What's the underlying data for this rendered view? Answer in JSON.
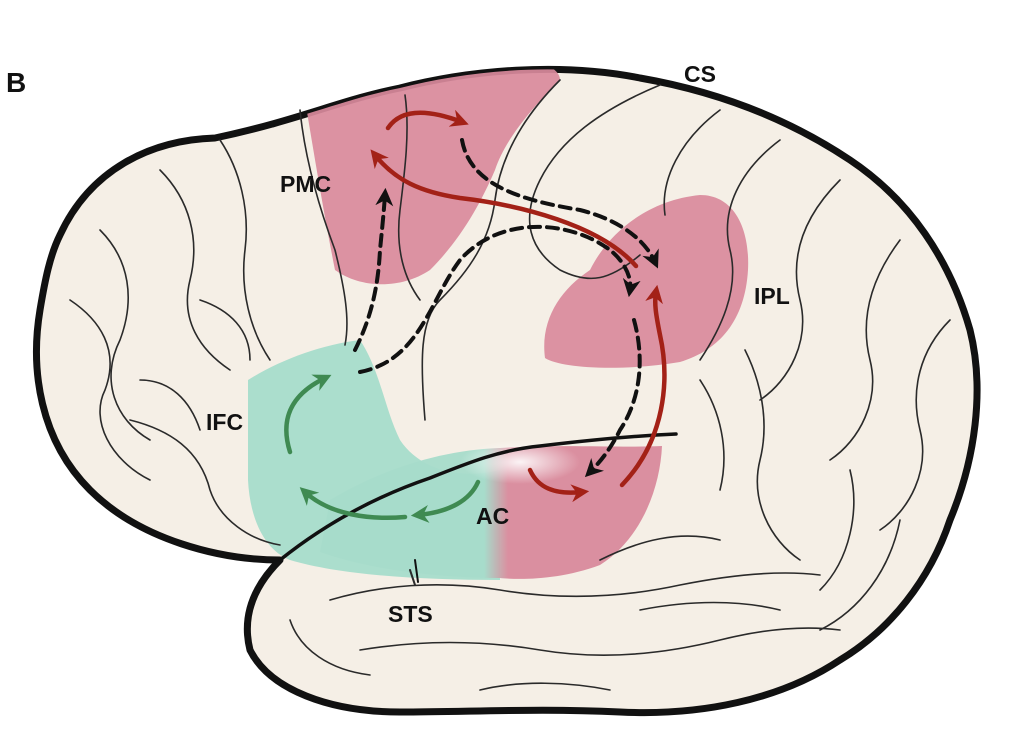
{
  "panel_letter": "B",
  "labels": {
    "cs": "CS",
    "pmc": "PMC",
    "ipl": "IPL",
    "ifc": "IFC",
    "ac": "AC",
    "sts": "STS"
  },
  "colors": {
    "brain_fill": "#f5efe6",
    "outline": "#111111",
    "sulcus": "#2a2a2a",
    "region_pink": "#d98a9c",
    "region_green": "#a7dccb",
    "arrow_red": "#a32117",
    "arrow_green": "#3f8a52",
    "arrow_dashed": "#111111"
  },
  "icons": {
    "dorsal_stream": "red-solid-arrow",
    "ventral_stream": "green-solid-arrow",
    "feedback": "black-dashed-arrow"
  }
}
